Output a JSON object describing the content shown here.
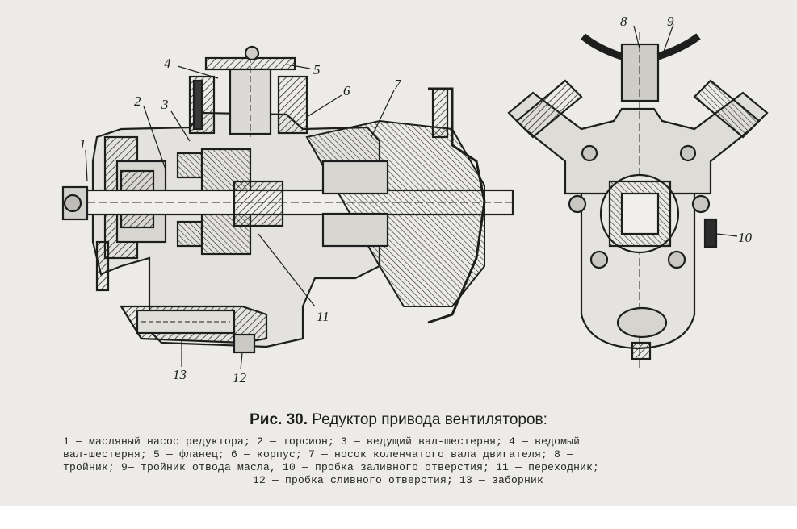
{
  "figure": {
    "callouts": {
      "c1": "1",
      "c2": "2",
      "c3": "3",
      "c4": "4",
      "c5": "5",
      "c6": "6",
      "c7": "7",
      "c8": "8",
      "c9": "9",
      "c10": "10",
      "c11": "11",
      "c12": "12",
      "c13": "13"
    }
  },
  "caption": {
    "label": "Рис. 30.",
    "title": "Редуктор привода вентиляторов:"
  },
  "legend": {
    "line1": "1 — масляный насос редуктора; 2 — торсион; 3 — ведущий вал-шестерня; 4 — ведомый",
    "line2": "вал-шестерня; 5 — фланец; 6 — корпус; 7 — носок коленчатого вала двигателя; 8 —",
    "line3": "тройник; 9— тройник отвода масла, 10 — пробка заливного отверстия; 11 — переходник;",
    "line4": "12 — пробка сливного отверстия; 13 — заборник"
  }
}
